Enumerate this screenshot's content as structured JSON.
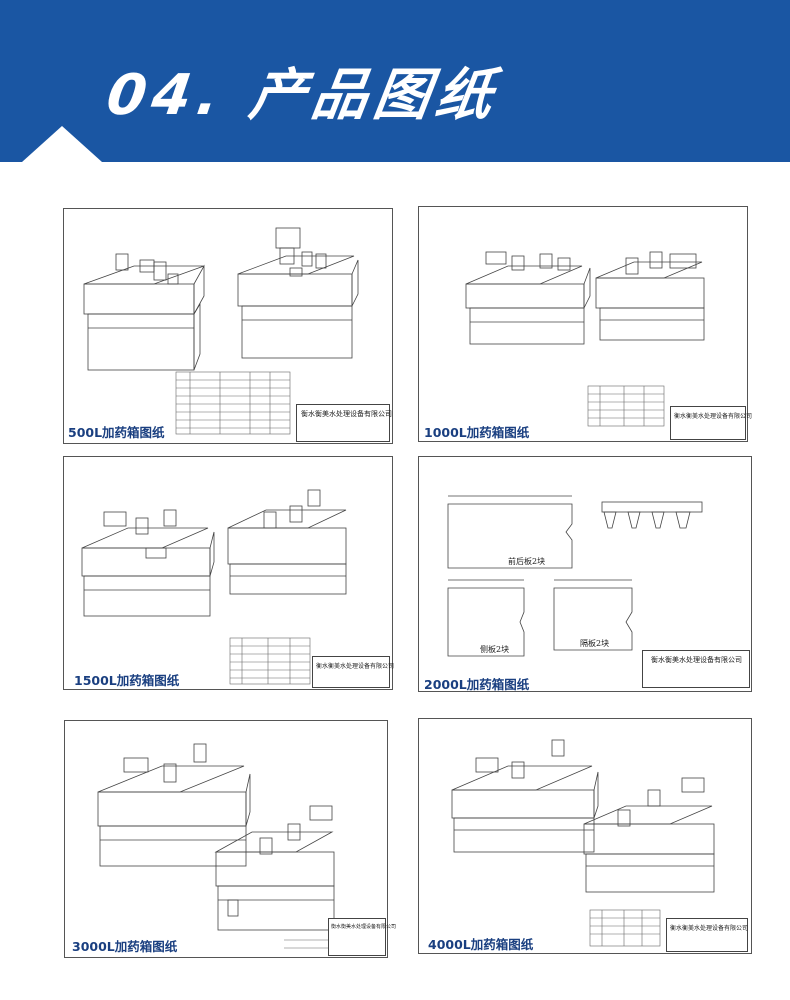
{
  "header": {
    "title": "04.  产品图纸",
    "bg_color": "#1a56a3",
    "text_color": "#ffffff"
  },
  "company_name": "衡水衡美水处理设备有限公司",
  "drawings": [
    {
      "label": "500L加药箱图纸"
    },
    {
      "label": "1000L加药箱图纸"
    },
    {
      "label": "1500L加药箱图纸"
    },
    {
      "label": "2000L加药箱图纸",
      "panels": [
        "前后板2块",
        "侧板2块",
        "隔板2块"
      ]
    },
    {
      "label": "3000L加药箱图纸"
    },
    {
      "label": "4000L加药箱图纸"
    }
  ],
  "label_color": "#1a3f80"
}
